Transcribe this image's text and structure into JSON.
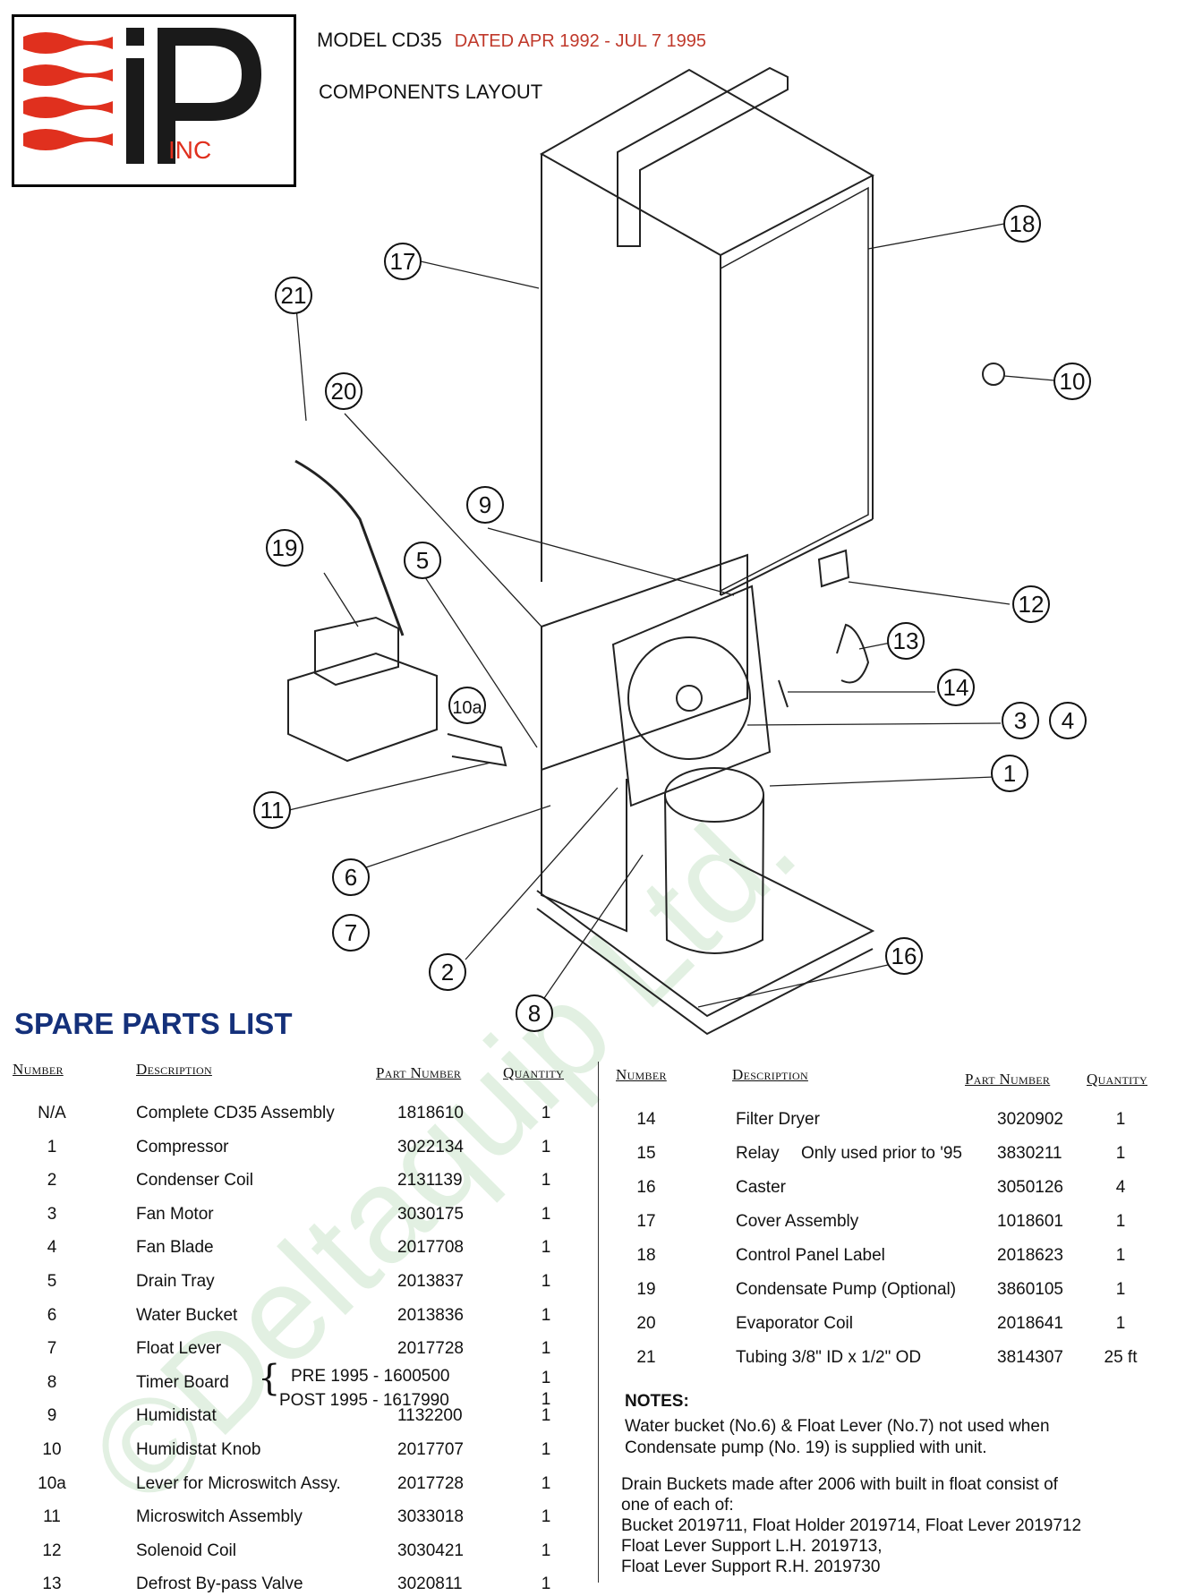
{
  "header": {
    "logo_text": "INC",
    "model": "MODEL CD35",
    "dated": "DATED APR 1992 - JUL 7 1995",
    "layout_title": "COMPONENTS LAYOUT"
  },
  "callouts": [
    "1",
    "2",
    "3",
    "4",
    "5",
    "6",
    "7",
    "8",
    "9",
    "10",
    "10a",
    "11",
    "12",
    "13",
    "14",
    "16",
    "17",
    "18",
    "19",
    "20",
    "21"
  ],
  "watermark": "©Deltaquip Ltd.",
  "spare_parts": {
    "title": "SPARE PARTS LIST",
    "headers": {
      "number": "Number",
      "description": "Description",
      "part_number": "Part Number",
      "quantity": "Quantity"
    },
    "left_rows": [
      {
        "number": "N/A",
        "description": "Complete CD35 Assembly",
        "part": "1818610",
        "qty": "1"
      },
      {
        "number": "1",
        "description": "Compressor",
        "part": "3022134",
        "qty": "1"
      },
      {
        "number": "2",
        "description": "Condenser Coil",
        "part": "2131139",
        "qty": "1"
      },
      {
        "number": "3",
        "description": "Fan Motor",
        "part": "3030175",
        "qty": "1"
      },
      {
        "number": "4",
        "description": "Fan Blade",
        "part": "2017708",
        "qty": "1"
      },
      {
        "number": "5",
        "description": "Drain Tray",
        "part": "2013837",
        "qty": "1"
      },
      {
        "number": "6",
        "description": "Water Bucket",
        "part": "2013836",
        "qty": "1"
      },
      {
        "number": "7",
        "description": "Float Lever",
        "part": "2017728",
        "qty": "1"
      },
      {
        "number": "8",
        "description": "Timer Board",
        "part": "",
        "qty": ""
      },
      {
        "number": "9",
        "description": "Humidistat",
        "part": "1132200",
        "qty": "1"
      },
      {
        "number": "10",
        "description": "Humidistat Knob",
        "part": "2017707",
        "qty": "1"
      },
      {
        "number": "10a",
        "description": "Lever for Microswitch Assy.",
        "part": "2017728",
        "qty": "1"
      },
      {
        "number": "11",
        "description": "Microswitch Assembly",
        "part": "3033018",
        "qty": "1"
      },
      {
        "number": "12",
        "description": "Solenoid Coil",
        "part": "3030421",
        "qty": "1"
      },
      {
        "number": "13",
        "description": "Defrost By-pass Valve",
        "part": "3020811",
        "qty": "1"
      }
    ],
    "timer_board": {
      "pre": "PRE 1995 - 1600500",
      "post": "POST 1995 - 1617990",
      "pre_qty": "1",
      "post_qty": "1"
    },
    "right_rows": [
      {
        "number": "14",
        "description": "Filter Dryer",
        "part": "3020902",
        "qty": "1"
      },
      {
        "number": "15",
        "description": "Relay",
        "part": "3830211",
        "qty": "1"
      },
      {
        "number": "16",
        "description": "Caster",
        "part": "3050126",
        "qty": "4"
      },
      {
        "number": "17",
        "description": "Cover Assembly",
        "part": "1018601",
        "qty": "1"
      },
      {
        "number": "18",
        "description": "Control Panel Label",
        "part": "2018623",
        "qty": "1"
      },
      {
        "number": "19",
        "description": "Condensate Pump (Optional)",
        "part": "3860105",
        "qty": "1"
      },
      {
        "number": "20",
        "description": "Evaporator Coil",
        "part": "2018641",
        "qty": "1"
      },
      {
        "number": "21",
        "description": "Tubing 3/8\" ID x 1/2\" OD",
        "part": "3814307",
        "qty": "25 ft"
      }
    ],
    "relay_note": "Only used prior to '95"
  },
  "notes": {
    "title": "NOTES:",
    "lines": [
      "Water bucket (No.6) & Float Lever (No.7) not used when",
      "Condensate pump (No. 19) is supplied with unit.",
      "Drain Buckets made after 2006 with built in float consist of",
      "one of each of:",
      "Bucket 2019711,  Float Holder 2019714,  Float Lever 2019712",
      "Float Lever Support L.H. 2019713,",
      "Float Lever Support R.H. 2019730"
    ]
  }
}
